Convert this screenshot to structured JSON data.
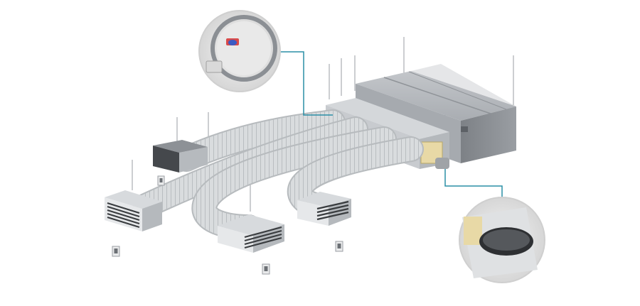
{
  "image": {
    "kind": "ducted-hvac-system-illustration",
    "colors": {
      "background": "#ffffff",
      "callout_line": "#2a8fa6",
      "duct": "#d6d9db",
      "duct_rib": "#b7bbbe",
      "unit_dark": "#8e9297",
      "unit_light": "#c9ccd0",
      "grille": "#3a3d40",
      "damper_panel": "#e8d9a6"
    },
    "components": {
      "indoor_unit": "indoor-unit",
      "plenum": "supply-plenum",
      "flexible_ducts": 4,
      "supply_grilles": 4,
      "wall_controls": 4,
      "detail_callouts": 2
    }
  }
}
